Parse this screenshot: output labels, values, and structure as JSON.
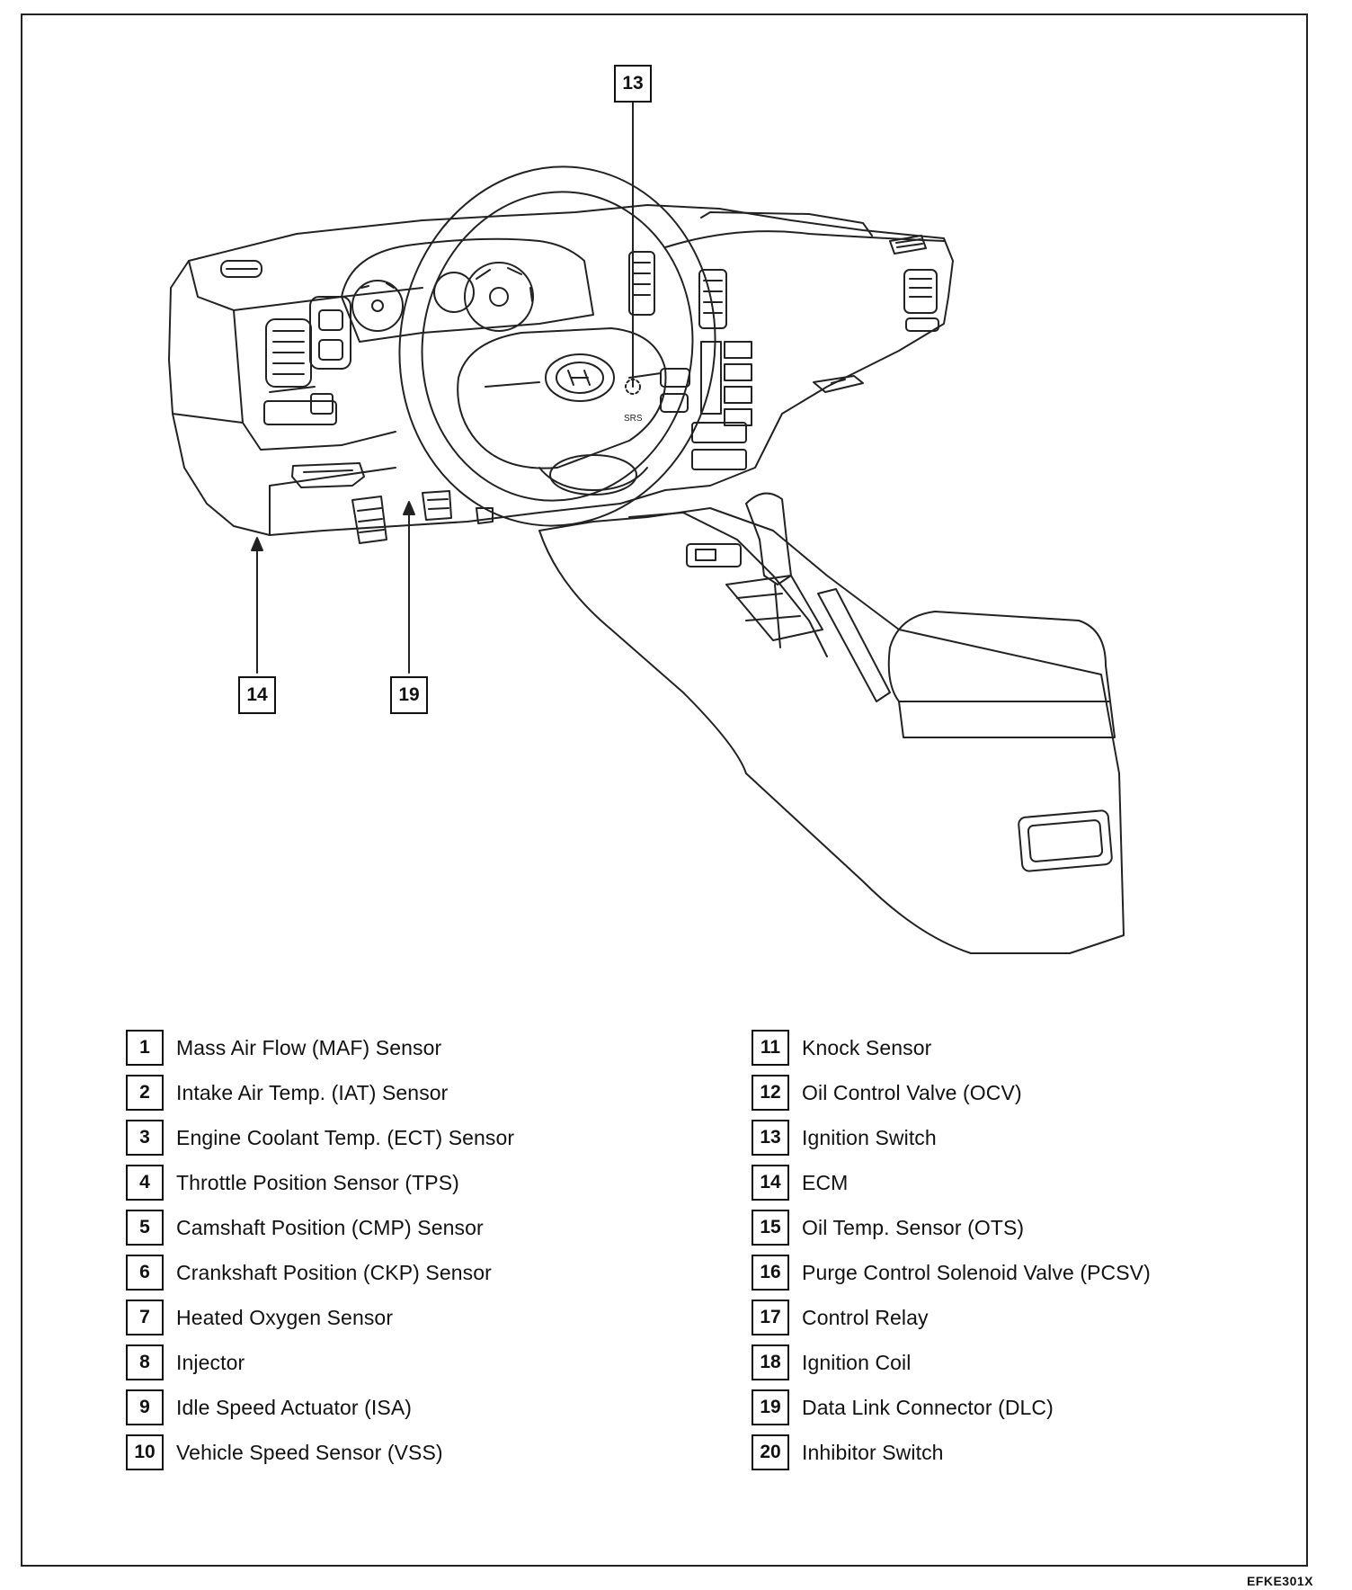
{
  "figure_code": "EFKE301X",
  "callouts": {
    "c13": "13",
    "c14": "14",
    "c19": "19"
  },
  "legend_left": [
    {
      "num": "1",
      "label": "Mass Air Flow (MAF) Sensor"
    },
    {
      "num": "2",
      "label": "Intake Air Temp. (IAT) Sensor"
    },
    {
      "num": "3",
      "label": "Engine Coolant Temp. (ECT) Sensor"
    },
    {
      "num": "4",
      "label": "Throttle Position Sensor (TPS)"
    },
    {
      "num": "5",
      "label": "Camshaft Position (CMP) Sensor"
    },
    {
      "num": "6",
      "label": "Crankshaft Position (CKP) Sensor"
    },
    {
      "num": "7",
      "label": "Heated Oxygen Sensor"
    },
    {
      "num": "8",
      "label": "Injector"
    },
    {
      "num": "9",
      "label": "Idle Speed Actuator (ISA)"
    },
    {
      "num": "10",
      "label": "Vehicle Speed Sensor (VSS)"
    }
  ],
  "legend_right": [
    {
      "num": "11",
      "label": "Knock Sensor"
    },
    {
      "num": "12",
      "label": "Oil Control Valve (OCV)"
    },
    {
      "num": "13",
      "label": "Ignition Switch"
    },
    {
      "num": "14",
      "label": "ECM"
    },
    {
      "num": "15",
      "label": "Oil Temp. Sensor (OTS)"
    },
    {
      "num": "16",
      "label": "Purge Control Solenoid Valve (PCSV)"
    },
    {
      "num": "17",
      "label": "Control Relay"
    },
    {
      "num": "18",
      "label": "Ignition Coil"
    },
    {
      "num": "19",
      "label": "Data Link Connector (DLC)"
    },
    {
      "num": "20",
      "label": "Inhibitor Switch"
    }
  ],
  "airbag_text": "SRS"
}
